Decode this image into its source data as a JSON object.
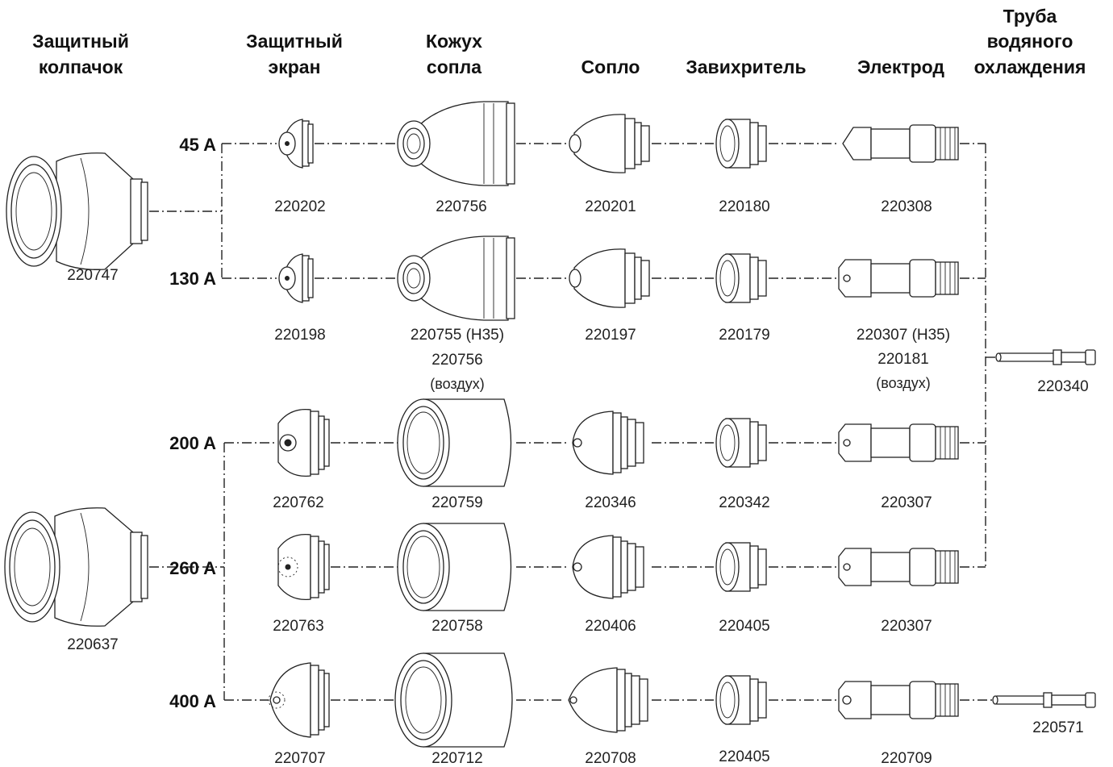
{
  "headers": {
    "shield_cap": [
      "Защитный",
      "колпачок"
    ],
    "shield": [
      "Защитный",
      "экран"
    ],
    "nozzle_retaining_cap": [
      "Кожух",
      "сопла"
    ],
    "nozzle": "Сопло",
    "swirl_ring": "Завихритель",
    "electrode": "Электрод",
    "water_tube": [
      "Труба",
      "водяного",
      "охлаждения"
    ]
  },
  "shield_caps": [
    {
      "part_number": "220747"
    },
    {
      "part_number": "220637"
    }
  ],
  "rows": [
    {
      "current": "45 A",
      "shield": "220202",
      "nozzle_retaining_cap": [
        "220756"
      ],
      "nozzle": "220201",
      "swirl_ring": "220180",
      "electrode": [
        "220308"
      ]
    },
    {
      "current": "130 A",
      "shield": "220198",
      "nozzle_retaining_cap": [
        "220755 (H35)",
        "220756",
        "(воздух)"
      ],
      "nozzle": "220197",
      "swirl_ring": "220179",
      "electrode": [
        "220307 (H35)",
        "220181",
        "(воздух)"
      ]
    },
    {
      "current": "200 A",
      "shield": "220762",
      "nozzle_retaining_cap": [
        "220759"
      ],
      "nozzle": "220346",
      "swirl_ring": "220342",
      "electrode": [
        "220307"
      ]
    },
    {
      "current": "260 A",
      "shield": "220763",
      "nozzle_retaining_cap": [
        "220758"
      ],
      "nozzle": "220406",
      "swirl_ring": "220405",
      "electrode": [
        "220307"
      ]
    },
    {
      "current": "400 A",
      "shield": "220707",
      "nozzle_retaining_cap": [
        "220712"
      ],
      "nozzle": "220708",
      "swirl_ring": "220405",
      "electrode": [
        "220709"
      ]
    }
  ],
  "water_tubes": [
    {
      "part_number": "220340"
    },
    {
      "part_number": "220571"
    }
  ]
}
